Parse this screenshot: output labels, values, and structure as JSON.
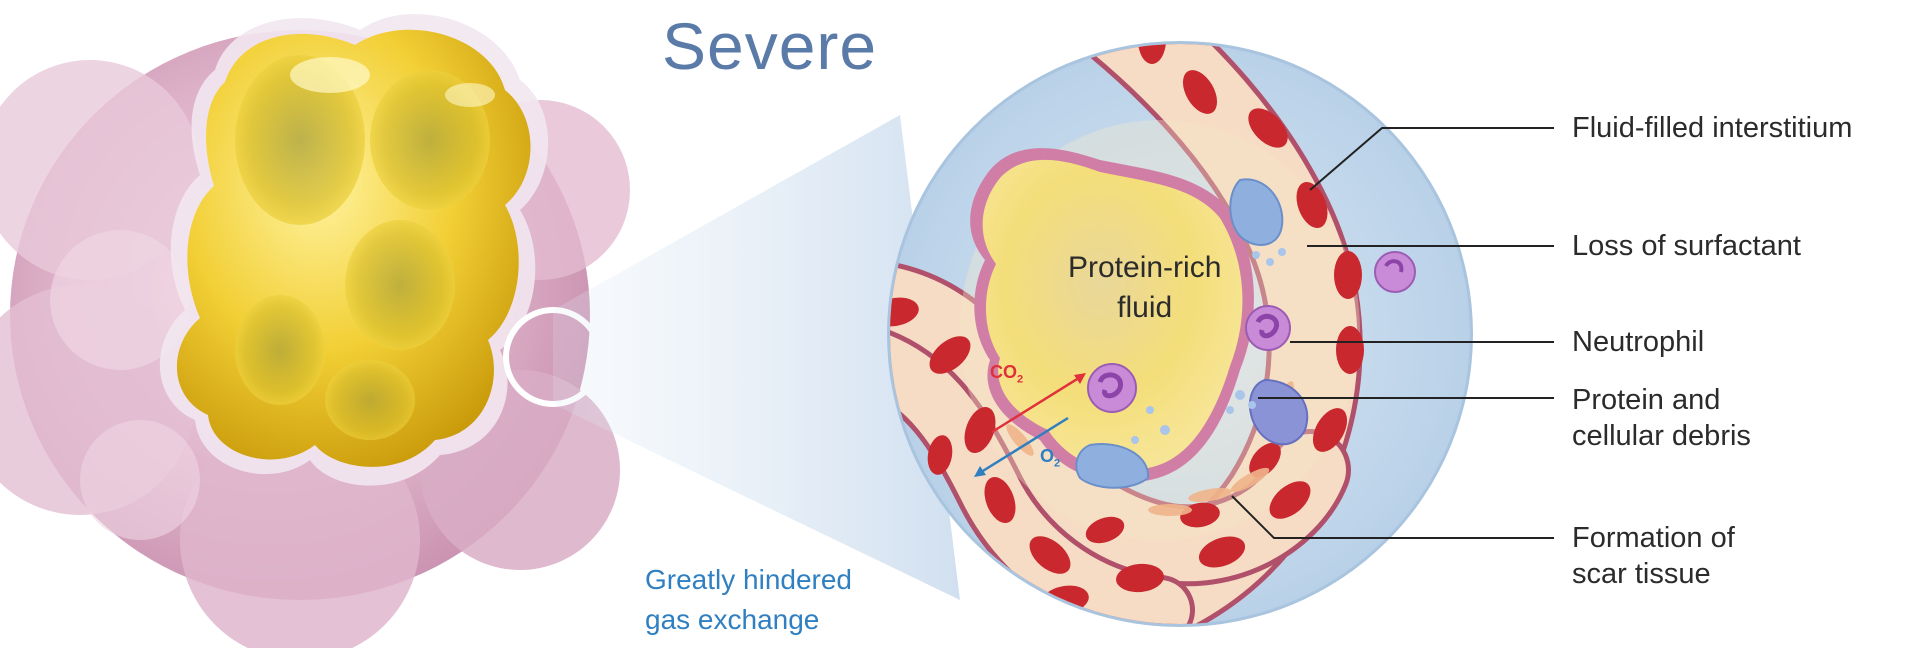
{
  "title": "Severe",
  "inner_label": {
    "line1": "Protein-rich",
    "line2": "fluid"
  },
  "gases": {
    "co2": "CO",
    "co2_sub": "2",
    "o2": "O",
    "o2_sub": "2"
  },
  "labels": [
    {
      "id": "fluid-filled-interstitium",
      "lines": [
        "Fluid-filled interstitium"
      ]
    },
    {
      "id": "loss-of-surfactant",
      "lines": [
        "Loss of surfactant"
      ]
    },
    {
      "id": "neutrophil",
      "lines": [
        "Neutrophil"
      ]
    },
    {
      "id": "protein-debris",
      "lines": [
        "Protein and",
        "cellular debris"
      ]
    },
    {
      "id": "scar-tissue",
      "lines": [
        "Formation of",
        "scar tissue"
      ]
    }
  ],
  "caption": {
    "line1": "Greatly hindered",
    "line2": "gas exchange"
  },
  "colors": {
    "title": "#5a7aa8",
    "caption": "#2f7fc1",
    "co2_arrow": "#e0303a",
    "o2_arrow": "#2f7fc1",
    "fluid": "#f3d24a",
    "alveolus_tissue": "#d8a4c0",
    "blood_cell": "#c8282e",
    "lens_background": "#c9dcee"
  }
}
